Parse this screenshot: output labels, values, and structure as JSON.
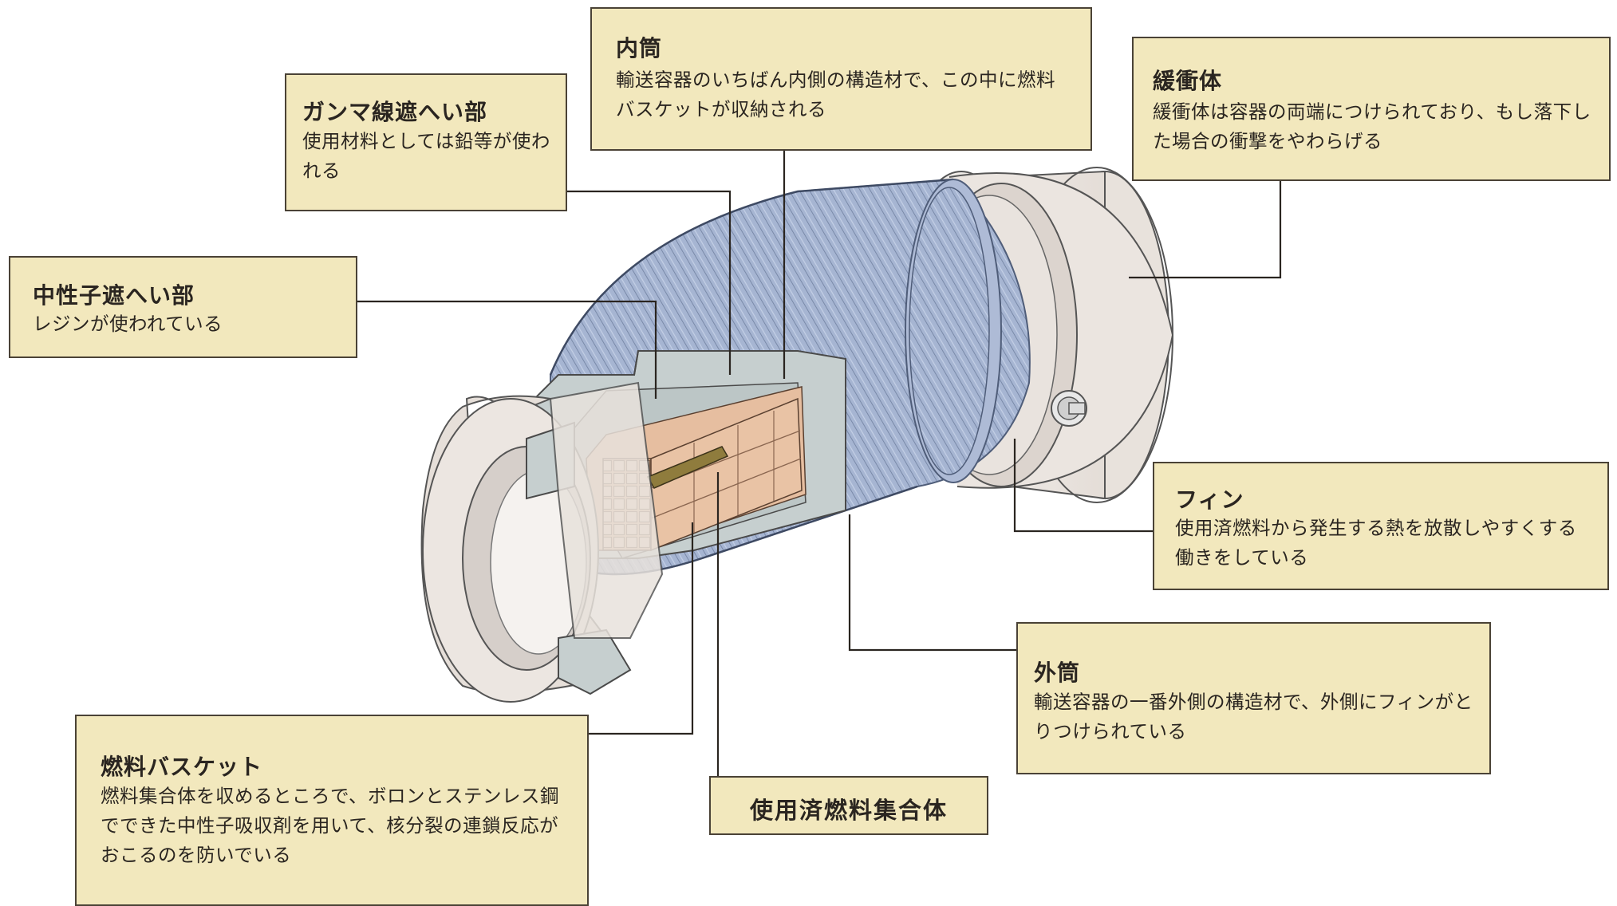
{
  "labels": {
    "inner_cylinder": {
      "title": "内筒",
      "desc": "輸送容器のいちばん内側の構造材で、この中に燃料バスケットが収納される"
    },
    "gamma_shield": {
      "title": "ガンマ線遮へい部",
      "desc": "使用材料としては鉛等が使われる"
    },
    "shock_absorber": {
      "title": "緩衝体",
      "desc": "緩衝体は容器の両端につけられており、もし落下した場合の衝撃をやわらげる"
    },
    "neutron_shield": {
      "title": "中性子遮へい部",
      "desc": "レジンが使われている"
    },
    "fin": {
      "title": "フィン",
      "desc": "使用済燃料から発生する熱を放散しやすくする働きをしている"
    },
    "outer_cylinder": {
      "title": "外筒",
      "desc": "輸送容器の一番外側の構造材で、外側にフィンがとりつけられている"
    },
    "fuel_basket": {
      "title": "燃料バスケット",
      "desc": "燃料集合体を収めるところで、ボロンとステンレス鋼でできた中性子吸収剤を用いて、核分裂の連鎖反応がおこるのを防いでいる"
    },
    "spent_fuel": {
      "title": "使用済燃料集合体"
    }
  },
  "colors": {
    "box_fill": "#f2e8bd",
    "box_border": "#4a4236",
    "leader_line": "#2a2520",
    "fin_blue": "#a9b8d4",
    "shield_gray": "#c9d2d2",
    "absorber": "#ebe5e0",
    "fuel_copper": "#e2b592"
  }
}
